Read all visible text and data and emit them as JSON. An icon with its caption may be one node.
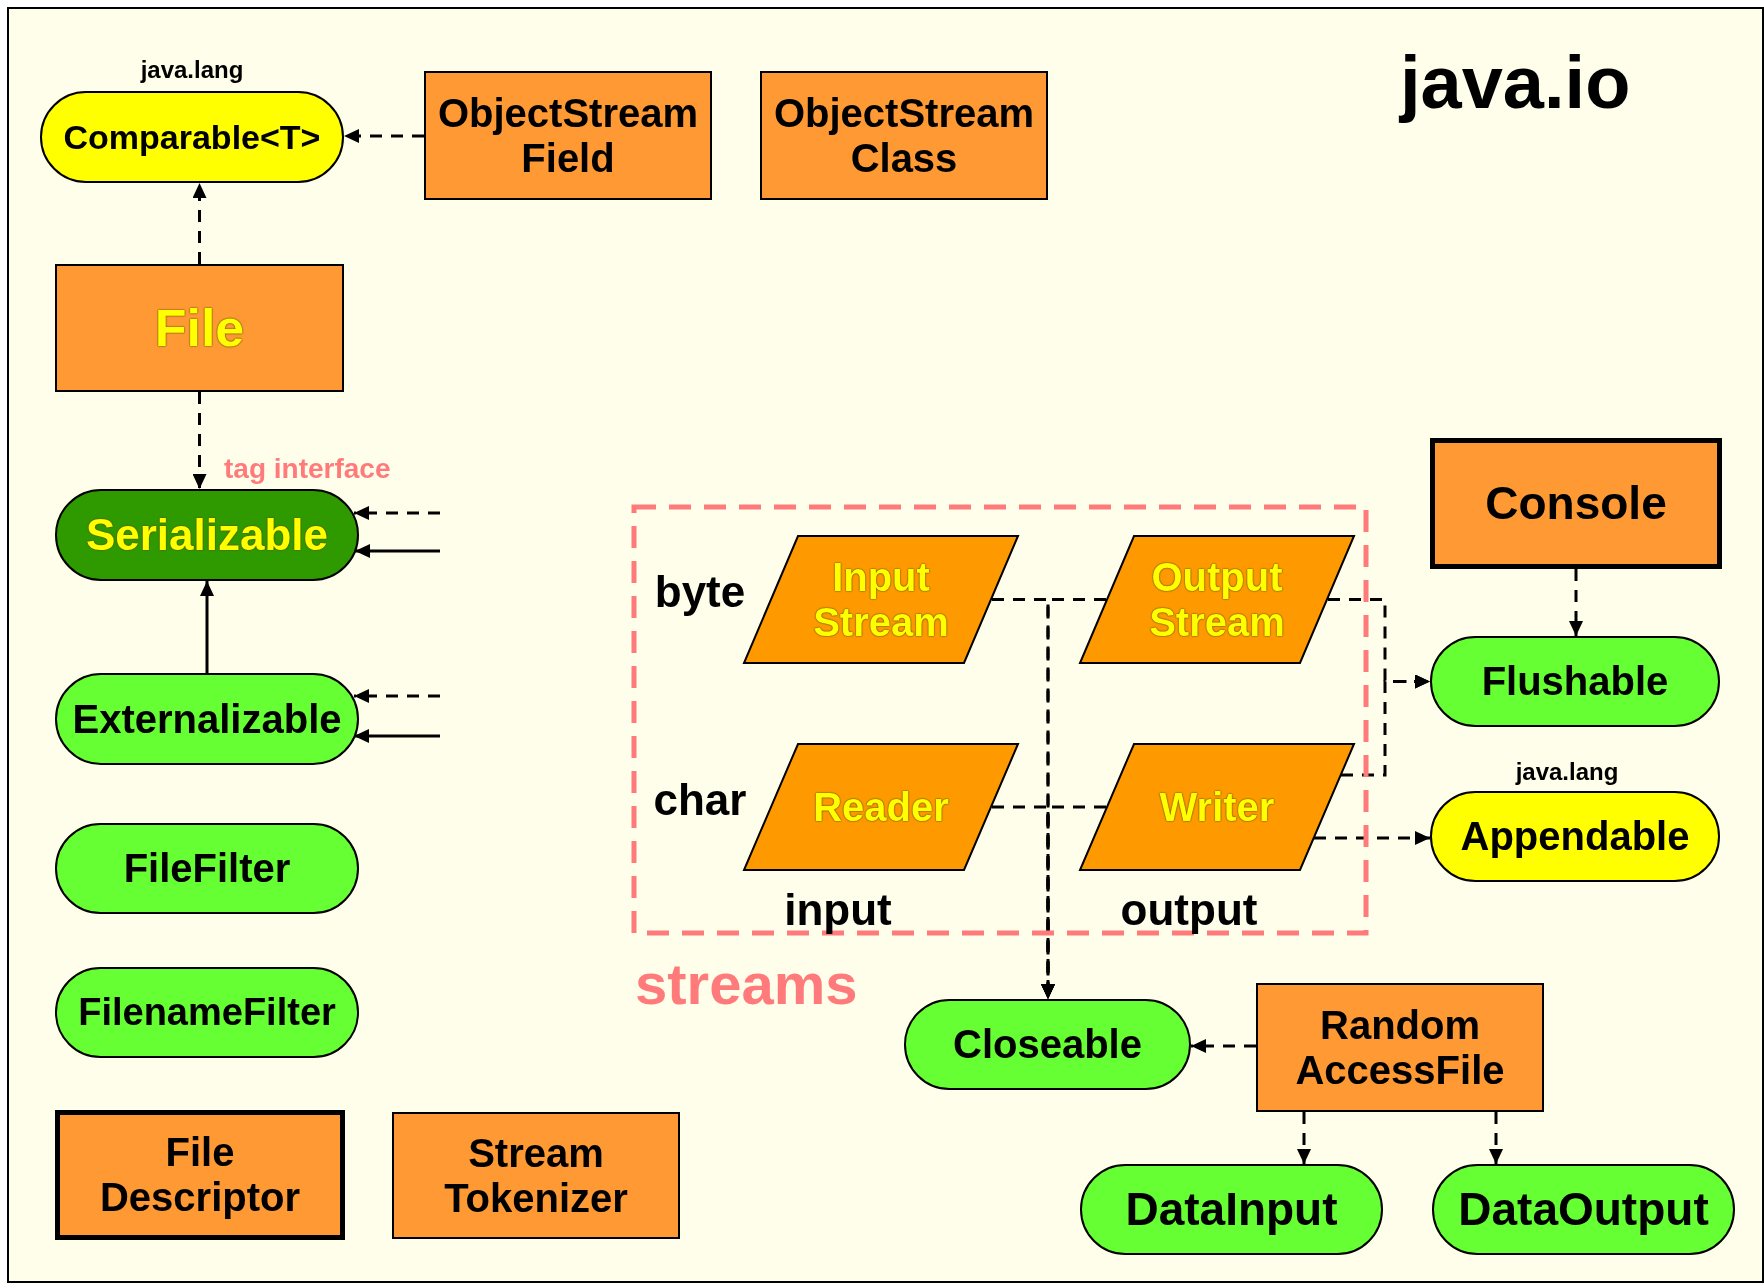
{
  "diagram": {
    "title": "java.io",
    "nodes": [
      {
        "text": [
          "Comparable<T>"
        ],
        "beside": [
          "java.lang"
        ]
      },
      {
        "text": [
          "ObjectStream Field"
        ]
      },
      {
        "text": [
          "ObjectStream Class"
        ]
      },
      {
        "text": [
          "File"
        ]
      },
      {
        "text": [
          "Serializable"
        ],
        "beside": [
          "tag interface"
        ]
      },
      {
        "text": [
          "Externalizable"
        ]
      },
      {
        "text": [
          "FileFilter"
        ]
      },
      {
        "text": [
          "FilenameFilter"
        ]
      },
      {
        "text": [
          "File Descriptor"
        ]
      },
      {
        "text": [
          "Stream Tokenizer"
        ]
      },
      {
        "text": [
          "streams"
        ]
      },
      {
        "text": [
          "Input Stream"
        ],
        "in": 10
      },
      {
        "text": [
          "Output Stream"
        ],
        "in": 10
      },
      {
        "text": [
          "Reader"
        ],
        "in": 10
      },
      {
        "text": [
          "Writer"
        ],
        "in": 10
      },
      {
        "text": [
          "Console"
        ]
      },
      {
        "text": [
          "Flushable"
        ]
      },
      {
        "text": [
          "Appendable"
        ],
        "beside": [
          "java.lang"
        ]
      },
      {
        "text": [
          "Closeable"
        ]
      },
      {
        "text": [
          "Random AccessFile"
        ]
      },
      {
        "text": [
          "DataInput"
        ]
      },
      {
        "text": [
          "DataOutput"
        ]
      }
    ],
    "edges": [
      {
        "from": 1,
        "to": 0,
        "arrow": "to",
        "style": "dashed"
      },
      {
        "from": 3,
        "to": 0,
        "arrow": "to",
        "style": "dashed"
      },
      {
        "from": 3,
        "to": 4,
        "arrow": "to",
        "style": "dashed"
      },
      {
        "from": 5,
        "to": 4,
        "arrow": "to"
      },
      {
        "from": null,
        "to": 4,
        "arrow": "to",
        "style": "dashed"
      },
      {
        "from": null,
        "to": 4,
        "arrow": "to"
      },
      {
        "from": null,
        "to": 5,
        "arrow": "to",
        "style": "dashed"
      },
      {
        "from": null,
        "to": 5,
        "arrow": "to"
      },
      {
        "from": 11,
        "to": 18,
        "arrow": "to",
        "style": "dashed"
      },
      {
        "from": 12,
        "to": 18,
        "arrow": "to",
        "style": "dashed"
      },
      {
        "from": 13,
        "to": 18,
        "arrow": "to",
        "style": "dashed"
      },
      {
        "from": 14,
        "to": 18,
        "arrow": "to",
        "style": "dashed"
      },
      {
        "from": 12,
        "to": 16,
        "arrow": "to",
        "style": "dashed"
      },
      {
        "from": 14,
        "to": 16,
        "arrow": "to",
        "style": "dashed"
      },
      {
        "from": 14,
        "to": 17,
        "arrow": "to",
        "style": "dashed"
      },
      {
        "from": 15,
        "to": 16,
        "arrow": "to",
        "style": "dashed"
      },
      {
        "from": 19,
        "to": 18,
        "arrow": "to",
        "style": "dashed"
      },
      {
        "from": 19,
        "to": 20,
        "arrow": "to",
        "style": "dashed"
      },
      {
        "from": 19,
        "to": 21,
        "arrow": "to",
        "style": "dashed"
      }
    ],
    "labels": [
      "byte",
      "char",
      "input",
      "output"
    ]
  }
}
